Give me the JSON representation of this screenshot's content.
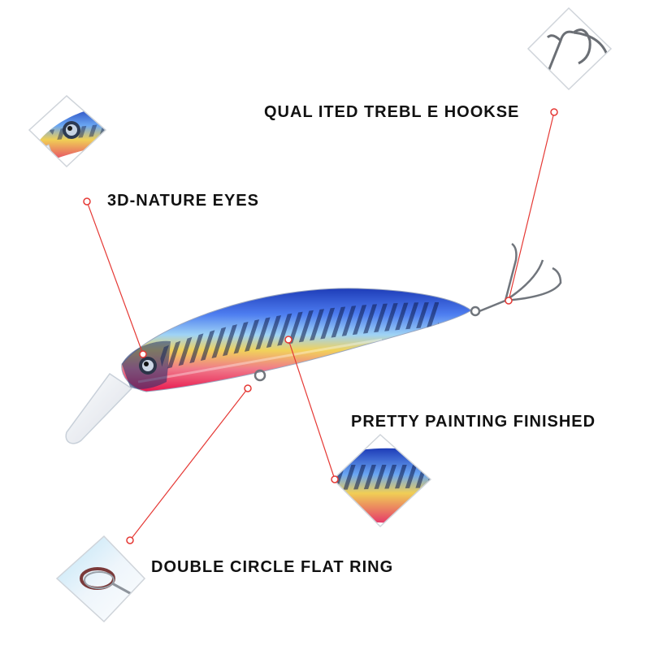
{
  "callouts": {
    "hooks": "QUAL ITED TREBL E HOOKSE",
    "eyes": "3D-NATURE EYES",
    "painting": "PRETTY PAINTING FINISHED",
    "ring": "DOUBLE CIRCLE FLAT RING"
  },
  "colors": {
    "leader_line": "#e53935",
    "text": "#111111",
    "lure_back": "#2a4fd0",
    "lure_side": "#e8c64a",
    "lure_belly": "#e8265a"
  }
}
